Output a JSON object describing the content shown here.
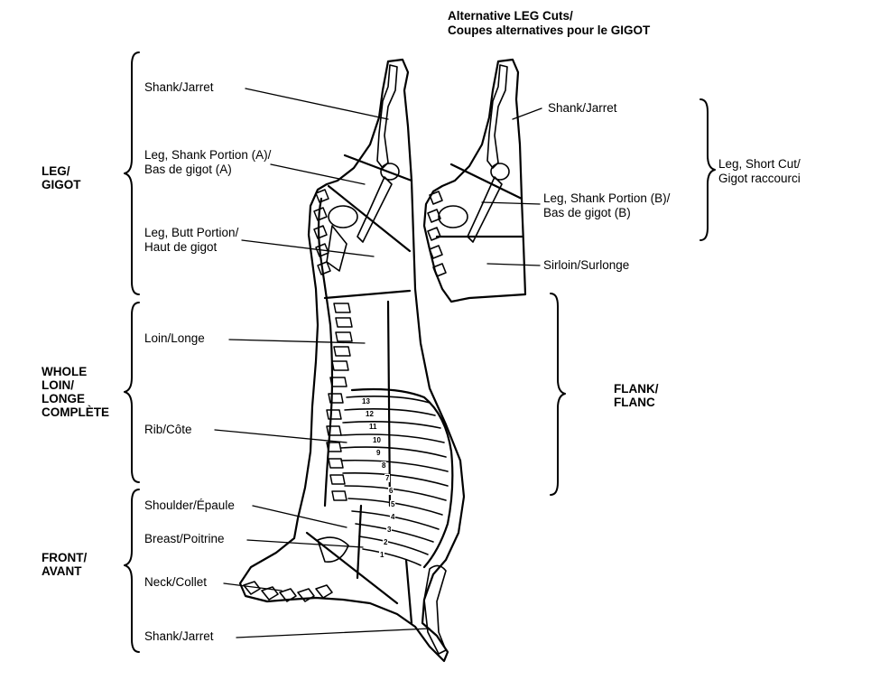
{
  "title": {
    "line1": "Alternative LEG Cuts/",
    "line2": "Coupes alternatives pour le GIGOT"
  },
  "sections": {
    "leg": "LEG/\nGIGOT",
    "loin": "WHOLE\nLOIN/\nLONGE\nCOMPLÈTE",
    "front": "FRONT/\nAVANT",
    "flank": "FLANK/\nFLANC"
  },
  "main_cuts": {
    "shank_hind": "Shank/Jarret",
    "leg_shank_a": "Leg, Shank Portion (A)/\nBas de gigot (A)",
    "leg_butt": "Leg, Butt Portion/\nHaut de gigot",
    "loin": "Loin/Longe",
    "rib": "Rib/Côte",
    "shoulder": "Shoulder/Épaule",
    "breast": "Breast/Poitrine",
    "neck": "Neck/Collet",
    "shank_fore": "Shank/Jarret"
  },
  "alt_cuts": {
    "shank": "Shank/Jarret",
    "leg_shank_b": "Leg, Shank Portion (B)/\nBas de gigot (B)",
    "sirloin": "Sirloin/Surlonge",
    "short_cut": "Leg, Short Cut/\nGigot raccourci"
  },
  "rib_numbers": [
    "13",
    "12",
    "11",
    "10",
    "9",
    "8",
    "7",
    "6",
    "5",
    "4",
    "3",
    "2",
    "1"
  ],
  "colors": {
    "ink": "#000000",
    "background": "#ffffff"
  }
}
